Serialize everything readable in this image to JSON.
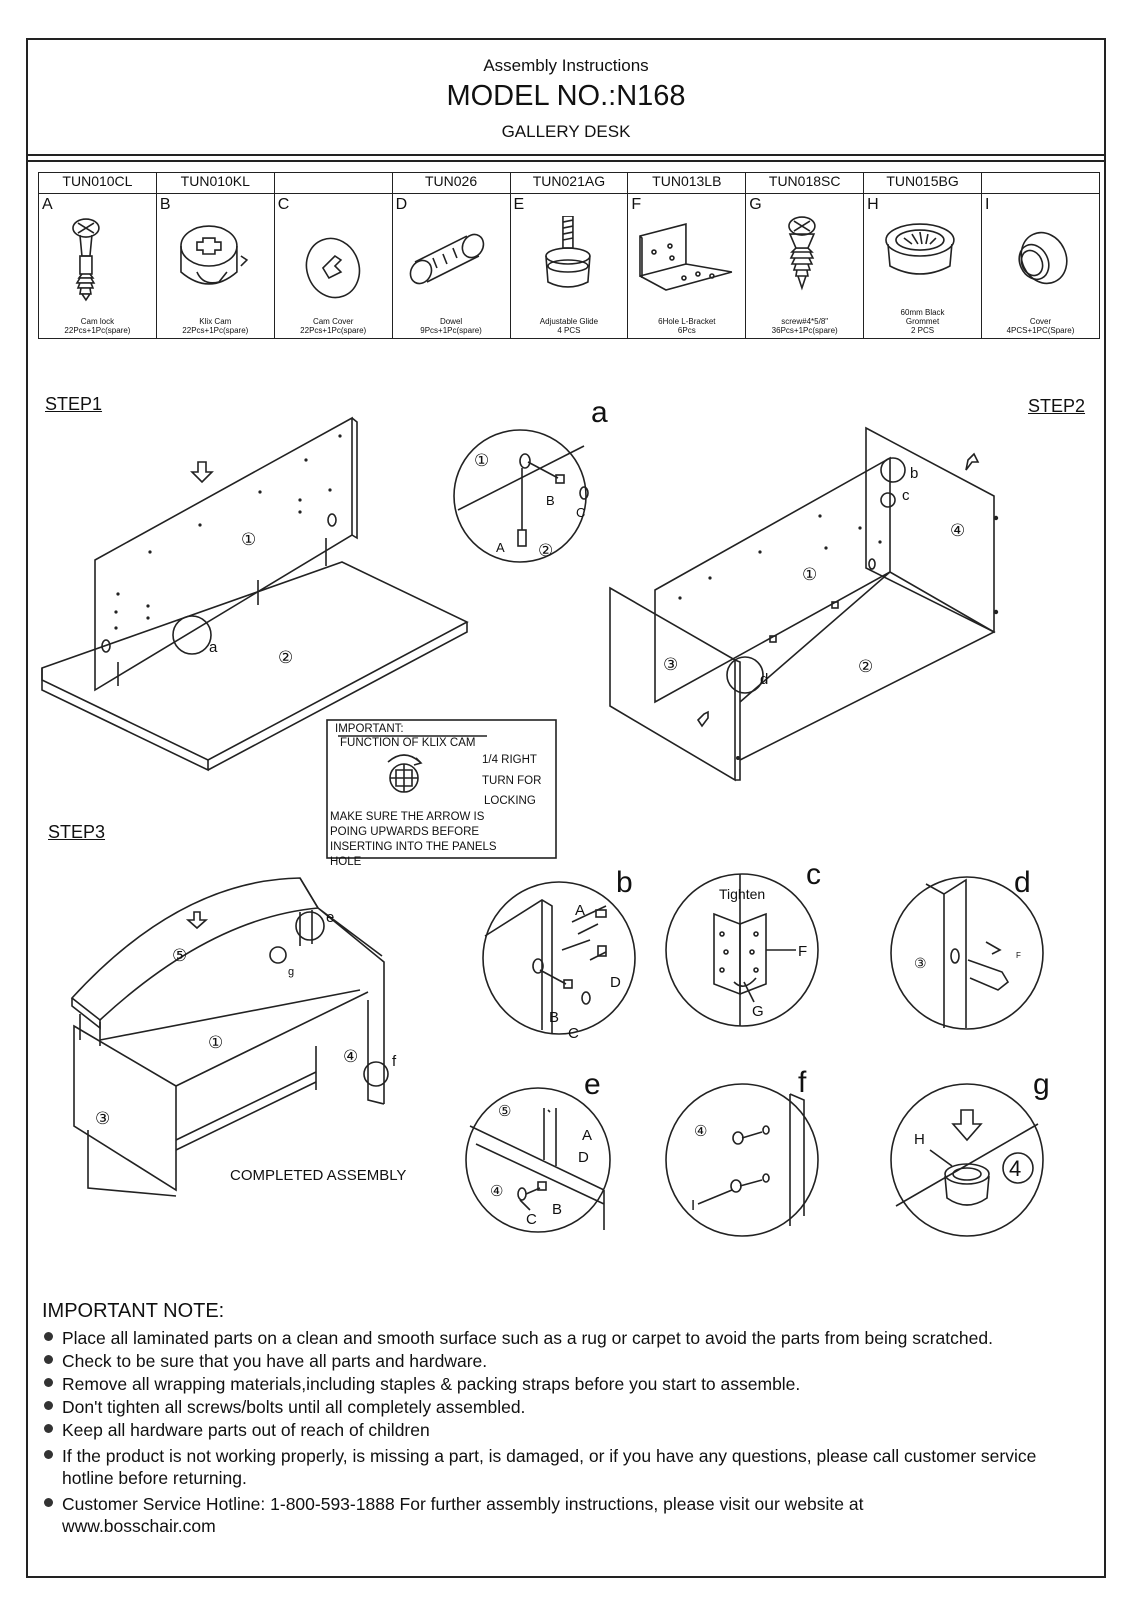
{
  "header": {
    "subtitle": "Assembly Instructions",
    "model": "MODEL NO.:N168",
    "product": "GALLERY DESK"
  },
  "parts": [
    {
      "code": "TUN010CL",
      "letter": "A",
      "icon": "cam-lock-icon",
      "desc1": "Cam lock",
      "desc2": "22Pcs+1Pc(spare)"
    },
    {
      "code": "TUN010KL",
      "letter": "B",
      "icon": "klix-cam-icon",
      "desc1": "Klix Cam",
      "desc2": "22Pcs+1Pc(spare)"
    },
    {
      "code": "",
      "letter": "C",
      "icon": "cam-cover-icon",
      "desc1": "Cam Cover",
      "desc2": "22Pcs+1Pc(spare)"
    },
    {
      "code": "TUN026",
      "letter": "D",
      "icon": "dowel-icon",
      "desc1": "Dowel",
      "desc2": "9Pcs+1Pc(spare)"
    },
    {
      "code": "TUN021AG",
      "letter": "E",
      "icon": "adjustable-glide-icon",
      "desc1": "Adjustable Glide",
      "desc2": "4  PCS"
    },
    {
      "code": "TUN013LB",
      "letter": "F",
      "icon": "l-bracket-icon",
      "desc1": "6Hole L-Bracket",
      "desc2": "6Pcs"
    },
    {
      "code": "TUN018SC",
      "letter": "G",
      "icon": "screw-icon",
      "desc1": "screw#4*5/8\"",
      "desc2": "36Pcs+1Pc(spare)"
    },
    {
      "code": "TUN015BG",
      "letter": "H",
      "icon": "grommet-icon",
      "desc1": "60mm Black",
      "desc2": "Grommet",
      "desc3": "2 PCS"
    },
    {
      "code": "",
      "letter": "I",
      "icon": "cover-icon",
      "desc1": "Cover",
      "desc2": "4PCS+1PC(Spare)"
    }
  ],
  "steps": {
    "step1": "STEP1",
    "step2": "STEP2",
    "step3": "STEP3",
    "completed": "COMPLETED ASSEMBLY"
  },
  "details": {
    "a": "a",
    "b": "b",
    "c": "c",
    "d": "d",
    "e": "e",
    "f": "f",
    "g": "g",
    "tighten": "Tighten"
  },
  "panels": {
    "p1": "①",
    "p2": "②",
    "p3": "③",
    "p4": "④",
    "p5": "⑤"
  },
  "important_box": {
    "heading": "IMPORTANT:",
    "title": "FUNCTION OF KLIX CAM",
    "line1": "1/4 RIGHT",
    "line2": "TURN FOR",
    "line3": "LOCKING",
    "warn1": "MAKE SURE THE ARROW IS",
    "warn2": "POING UPWARDS BEFORE",
    "warn3": "INSERTING INTO THE PANELS",
    "warn4": "HOLE"
  },
  "important_note": {
    "title": "IMPORTANT NOTE:",
    "items": [
      " Place all laminated parts on a clean and smooth surface such as a rug or carpet to avoid the parts from being scratched.",
      "Check to be sure that you have all parts and hardware.",
      "Remove all wrapping materials,including staples & packing straps before you start to assemble.",
      "Don't tighten all screws/bolts until  all completely assembled.",
      "Keep all hardware  parts out of reach of children",
      "If the product is not working properly, is missing a part, is damaged, or if you have any questions, please call customer service hotline before returning.",
      "Customer Service Hotline: 1-800-593-1888 For further assembly instructions, please visit our website at www.bosschair.com"
    ]
  }
}
